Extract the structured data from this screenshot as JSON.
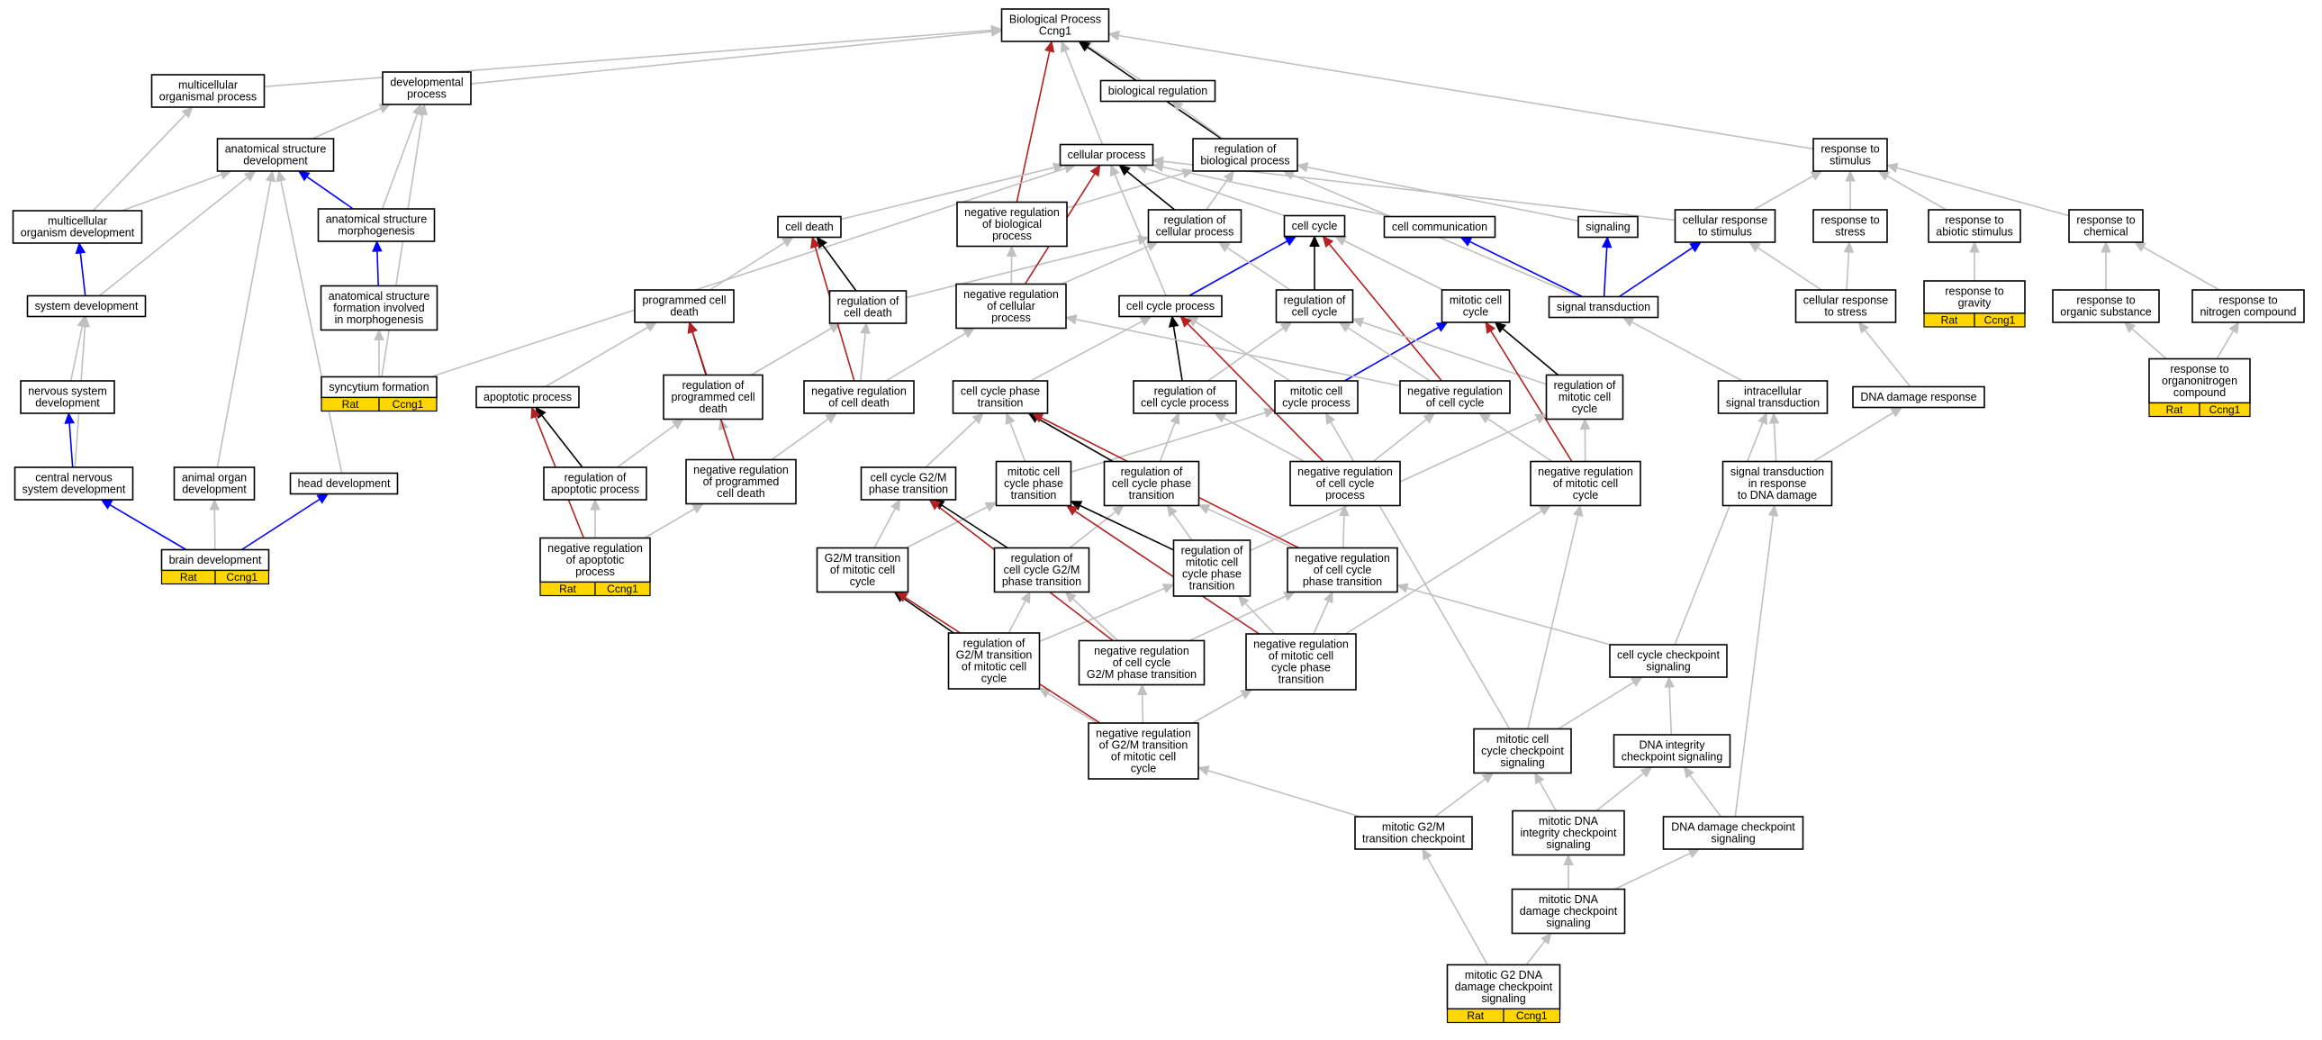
{
  "colors": {
    "is_a": "#c0c0c0",
    "part_of": "#000000",
    "positively_regulates": "#0000ff",
    "negatively_regulates": "#b22222",
    "annotation_tag": "#ffd700"
  },
  "nodes": [
    {
      "id": "bp",
      "lines": [
        "Biological Process",
        "Ccng1"
      ]
    },
    {
      "id": "mop",
      "lines": [
        "multicellular",
        "organismal process"
      ]
    },
    {
      "id": "devp",
      "lines": [
        "developmental",
        "process"
      ]
    },
    {
      "id": "breg",
      "lines": [
        "biological regulation"
      ]
    },
    {
      "id": "cellp",
      "lines": [
        "cellular process"
      ]
    },
    {
      "id": "regbp",
      "lines": [
        "regulation of",
        "biological process"
      ]
    },
    {
      "id": "resp",
      "lines": [
        "response to",
        "stimulus"
      ]
    },
    {
      "id": "asd",
      "lines": [
        "anatomical structure",
        "development"
      ]
    },
    {
      "id": "mod",
      "lines": [
        "multicellular",
        "organism development"
      ]
    },
    {
      "id": "asm",
      "lines": [
        "anatomical structure",
        "morphogenesis"
      ]
    },
    {
      "id": "nrbp",
      "lines": [
        "negative regulation",
        "of biological",
        "process"
      ]
    },
    {
      "id": "rcp",
      "lines": [
        "regulation of",
        "cellular process"
      ]
    },
    {
      "id": "celldeath",
      "lines": [
        "cell death"
      ]
    },
    {
      "id": "cellcycle",
      "lines": [
        "cell cycle"
      ]
    },
    {
      "id": "cellcomm",
      "lines": [
        "cell communication"
      ]
    },
    {
      "id": "signaling",
      "lines": [
        "signaling"
      ]
    },
    {
      "id": "crs",
      "lines": [
        "cellular response",
        "to stimulus"
      ]
    },
    {
      "id": "rstress",
      "lines": [
        "response to",
        "stress"
      ]
    },
    {
      "id": "ras",
      "lines": [
        "response to",
        "abiotic stimulus"
      ]
    },
    {
      "id": "rchem",
      "lines": [
        "response to",
        "chemical"
      ]
    },
    {
      "id": "sysdev",
      "lines": [
        "system development"
      ]
    },
    {
      "id": "asfm",
      "lines": [
        "anatomical structure",
        "formation involved",
        "in morphogenesis"
      ]
    },
    {
      "id": "pcd",
      "lines": [
        "programmed cell",
        "death"
      ]
    },
    {
      "id": "rcd",
      "lines": [
        "regulation of",
        "cell death"
      ]
    },
    {
      "id": "nrcp",
      "lines": [
        "negative regulation",
        "of cellular",
        "process"
      ]
    },
    {
      "id": "ccp",
      "lines": [
        "cell cycle process"
      ]
    },
    {
      "id": "rcc",
      "lines": [
        "regulation of",
        "cell cycle"
      ]
    },
    {
      "id": "mcc",
      "lines": [
        "mitotic cell",
        "cycle"
      ]
    },
    {
      "id": "sigtrans",
      "lines": [
        "signal transduction"
      ]
    },
    {
      "id": "crstress",
      "lines": [
        "cellular response",
        "to stress"
      ]
    },
    {
      "id": "rgrav",
      "lines": [
        "response to",
        "gravity"
      ],
      "tags": [
        "Rat",
        "Ccng1"
      ]
    },
    {
      "id": "ros",
      "lines": [
        "response to",
        "organic substance"
      ]
    },
    {
      "id": "rnc",
      "lines": [
        "response to",
        "nitrogen compound"
      ]
    },
    {
      "id": "nsd",
      "lines": [
        "nervous system",
        "development"
      ]
    },
    {
      "id": "syncf",
      "lines": [
        "syncytium formation"
      ],
      "tags": [
        "Rat",
        "Ccng1"
      ]
    },
    {
      "id": "apop",
      "lines": [
        "apoptotic process"
      ]
    },
    {
      "id": "rpcd",
      "lines": [
        "regulation of",
        "programmed cell",
        "death"
      ]
    },
    {
      "id": "nrcd",
      "lines": [
        "negative regulation",
        "of cell death"
      ]
    },
    {
      "id": "ccpt",
      "lines": [
        "cell cycle phase",
        "transition"
      ]
    },
    {
      "id": "rccp",
      "lines": [
        "regulation of",
        "cell cycle process"
      ]
    },
    {
      "id": "mccp",
      "lines": [
        "mitotic cell",
        "cycle process"
      ]
    },
    {
      "id": "nrcc",
      "lines": [
        "negative regulation",
        "of cell cycle"
      ]
    },
    {
      "id": "rmcc",
      "lines": [
        "regulation of",
        "mitotic cell",
        "cycle"
      ]
    },
    {
      "id": "ist",
      "lines": [
        "intracellular",
        "signal transduction"
      ]
    },
    {
      "id": "ddr",
      "lines": [
        "DNA damage response"
      ]
    },
    {
      "id": "rooc",
      "lines": [
        "response to",
        "organonitrogen",
        "compound"
      ],
      "tags": [
        "Rat",
        "Ccng1"
      ]
    },
    {
      "id": "cnsd",
      "lines": [
        "central nervous",
        "system development"
      ]
    },
    {
      "id": "aod",
      "lines": [
        "animal organ",
        "development"
      ]
    },
    {
      "id": "hd",
      "lines": [
        "head development"
      ]
    },
    {
      "id": "rap",
      "lines": [
        "regulation of",
        "apoptotic process"
      ]
    },
    {
      "id": "nrpcd",
      "lines": [
        "negative regulation",
        "of programmed",
        "cell death"
      ]
    },
    {
      "id": "ccg2m",
      "lines": [
        "cell cycle G2/M",
        "phase transition"
      ]
    },
    {
      "id": "mccpt",
      "lines": [
        "mitotic cell",
        "cycle phase",
        "transition"
      ]
    },
    {
      "id": "rccpt",
      "lines": [
        "regulation of",
        "cell cycle phase",
        "transition"
      ]
    },
    {
      "id": "nrccp",
      "lines": [
        "negative regulation",
        "of cell cycle",
        "process"
      ]
    },
    {
      "id": "nrmcc",
      "lines": [
        "negative regulation",
        "of mitotic cell",
        "cycle"
      ]
    },
    {
      "id": "stdd",
      "lines": [
        "signal transduction",
        "in response",
        "to DNA damage"
      ]
    },
    {
      "id": "bd",
      "lines": [
        "brain development"
      ],
      "tags": [
        "Rat",
        "Ccng1"
      ]
    },
    {
      "id": "nrap",
      "lines": [
        "negative regulation",
        "of apoptotic",
        "process"
      ],
      "tags": [
        "Rat",
        "Ccng1"
      ]
    },
    {
      "id": "g2mt",
      "lines": [
        "G2/M transition",
        "of mitotic cell",
        "cycle"
      ]
    },
    {
      "id": "rccg2m",
      "lines": [
        "regulation of",
        "cell cycle G2/M",
        "phase transition"
      ]
    },
    {
      "id": "rmccpt",
      "lines": [
        "regulation of",
        "mitotic cell",
        "cycle phase",
        "transition"
      ]
    },
    {
      "id": "nrccpt",
      "lines": [
        "negative regulation",
        "of cell cycle",
        "phase transition"
      ]
    },
    {
      "id": "rg2mt",
      "lines": [
        "regulation of",
        "G2/M transition",
        "of mitotic cell",
        "cycle"
      ]
    },
    {
      "id": "nrccg2m",
      "lines": [
        "negative regulation",
        "of cell cycle",
        "G2/M phase transition"
      ]
    },
    {
      "id": "nrmccpt",
      "lines": [
        "negative regulation",
        "of mitotic cell",
        "cycle phase",
        "transition"
      ]
    },
    {
      "id": "cccs",
      "lines": [
        "cell cycle checkpoint",
        "signaling"
      ]
    },
    {
      "id": "nrg2mt",
      "lines": [
        "negative regulation",
        "of G2/M transition",
        "of mitotic cell",
        "cycle"
      ]
    },
    {
      "id": "mcccs",
      "lines": [
        "mitotic cell",
        "cycle checkpoint",
        "signaling"
      ]
    },
    {
      "id": "dnaics",
      "lines": [
        "DNA integrity",
        "checkpoint signaling"
      ]
    },
    {
      "id": "mg2mtc",
      "lines": [
        "mitotic G2/M",
        "transition checkpoint"
      ]
    },
    {
      "id": "mdnaics",
      "lines": [
        "mitotic DNA",
        "integrity checkpoint",
        "signaling"
      ]
    },
    {
      "id": "ddcs",
      "lines": [
        "DNA damage checkpoint",
        "signaling"
      ]
    },
    {
      "id": "mdnadcs",
      "lines": [
        "mitotic DNA",
        "damage checkpoint",
        "signaling"
      ]
    },
    {
      "id": "mg2dnadcs",
      "lines": [
        "mitotic G2 DNA",
        "damage checkpoint",
        "signaling"
      ],
      "tags": [
        "Rat",
        "Ccng1"
      ]
    }
  ],
  "edges": [
    [
      "mop",
      "bp",
      "is_a"
    ],
    [
      "devp",
      "bp",
      "is_a"
    ],
    [
      "breg",
      "bp",
      "is_a"
    ],
    [
      "cellp",
      "bp",
      "is_a"
    ],
    [
      "regbp",
      "bp",
      "part_of"
    ],
    [
      "resp",
      "bp",
      "is_a"
    ],
    [
      "nrbp",
      "bp",
      "negatively_regulates"
    ],
    [
      "regbp",
      "breg",
      "is_a"
    ],
    [
      "asd",
      "devp",
      "is_a"
    ],
    [
      "mod",
      "mop",
      "is_a"
    ],
    [
      "mod",
      "asd",
      "is_a"
    ],
    [
      "asm",
      "devp",
      "is_a"
    ],
    [
      "asm",
      "asd",
      "positively_regulates"
    ],
    [
      "asfm",
      "asm",
      "positively_regulates"
    ],
    [
      "sysdev",
      "mod",
      "positively_regulates"
    ],
    [
      "sysdev",
      "asd",
      "is_a"
    ],
    [
      "nsd",
      "sysdev",
      "is_a"
    ],
    [
      "cnsd",
      "nsd",
      "positively_regulates"
    ],
    [
      "cnsd",
      "sysdev",
      "is_a"
    ],
    [
      "aod",
      "asd",
      "is_a"
    ],
    [
      "hd",
      "asd",
      "is_a"
    ],
    [
      "bd",
      "cnsd",
      "positively_regulates"
    ],
    [
      "bd",
      "aod",
      "is_a"
    ],
    [
      "bd",
      "hd",
      "positively_regulates"
    ],
    [
      "syncf",
      "cellp",
      "is_a"
    ],
    [
      "syncf",
      "asfm",
      "is_a"
    ],
    [
      "syncf",
      "devp",
      "is_a"
    ],
    [
      "nrbp",
      "regbp",
      "is_a"
    ],
    [
      "rcp",
      "cellp",
      "part_of"
    ],
    [
      "rcp",
      "regbp",
      "is_a"
    ],
    [
      "celldeath",
      "cellp",
      "is_a"
    ],
    [
      "cellcycle",
      "cellp",
      "is_a"
    ],
    [
      "cellcomm",
      "cellp",
      "is_a"
    ],
    [
      "crs",
      "cellp",
      "is_a"
    ],
    [
      "crs",
      "resp",
      "is_a"
    ],
    [
      "rstress",
      "resp",
      "is_a"
    ],
    [
      "ras",
      "resp",
      "is_a"
    ],
    [
      "rchem",
      "resp",
      "is_a"
    ],
    [
      "pcd",
      "celldeath",
      "is_a"
    ],
    [
      "rcd",
      "celldeath",
      "part_of"
    ],
    [
      "rcd",
      "rcp",
      "is_a"
    ],
    [
      "nrcp",
      "nrbp",
      "is_a"
    ],
    [
      "nrcp",
      "rcp",
      "is_a"
    ],
    [
      "nrcp",
      "cellp",
      "negatively_regulates"
    ],
    [
      "ccp",
      "cellcycle",
      "positively_regulates"
    ],
    [
      "ccp",
      "cellp",
      "is_a"
    ],
    [
      "rcc",
      "cellcycle",
      "part_of"
    ],
    [
      "rcc",
      "rcp",
      "is_a"
    ],
    [
      "mcc",
      "cellcycle",
      "is_a"
    ],
    [
      "sigtrans",
      "cellcomm",
      "positively_regulates"
    ],
    [
      "sigtrans",
      "signaling",
      "positively_regulates"
    ],
    [
      "sigtrans",
      "crs",
      "positively_regulates"
    ],
    [
      "sigtrans",
      "regbp",
      "is_a"
    ],
    [
      "signaling",
      "regbp",
      "is_a"
    ],
    [
      "crstress",
      "rstress",
      "is_a"
    ],
    [
      "crstress",
      "crs",
      "is_a"
    ],
    [
      "rgrav",
      "ras",
      "is_a"
    ],
    [
      "ros",
      "rchem",
      "is_a"
    ],
    [
      "rnc",
      "rchem",
      "is_a"
    ],
    [
      "apop",
      "pcd",
      "is_a"
    ],
    [
      "rpcd",
      "pcd",
      "part_of"
    ],
    [
      "rpcd",
      "rcd",
      "is_a"
    ],
    [
      "nrcd",
      "rcd",
      "is_a"
    ],
    [
      "nrcd",
      "nrcp",
      "is_a"
    ],
    [
      "nrcd",
      "celldeath",
      "negatively_regulates"
    ],
    [
      "ccpt",
      "ccp",
      "is_a"
    ],
    [
      "rccp",
      "ccp",
      "part_of"
    ],
    [
      "rccp",
      "rcc",
      "is_a"
    ],
    [
      "mccp",
      "mcc",
      "positively_regulates"
    ],
    [
      "mccp",
      "ccp",
      "is_a"
    ],
    [
      "nrcc",
      "rcc",
      "is_a"
    ],
    [
      "nrcc",
      "nrcp",
      "is_a"
    ],
    [
      "nrcc",
      "cellcycle",
      "negatively_regulates"
    ],
    [
      "rmcc",
      "mcc",
      "part_of"
    ],
    [
      "rmcc",
      "rcc",
      "is_a"
    ],
    [
      "ist",
      "sigtrans",
      "is_a"
    ],
    [
      "ddr",
      "crstress",
      "is_a"
    ],
    [
      "rooc",
      "ros",
      "is_a"
    ],
    [
      "rooc",
      "rnc",
      "is_a"
    ],
    [
      "rap",
      "apop",
      "part_of"
    ],
    [
      "rap",
      "rpcd",
      "is_a"
    ],
    [
      "nrpcd",
      "rpcd",
      "is_a"
    ],
    [
      "nrpcd",
      "nrcd",
      "is_a"
    ],
    [
      "nrpcd",
      "pcd",
      "negatively_regulates"
    ],
    [
      "nrap",
      "rap",
      "is_a"
    ],
    [
      "nrap",
      "nrpcd",
      "is_a"
    ],
    [
      "nrap",
      "apop",
      "negatively_regulates"
    ],
    [
      "ccg2m",
      "ccpt",
      "is_a"
    ],
    [
      "mccpt",
      "ccpt",
      "is_a"
    ],
    [
      "mccpt",
      "mccp",
      "is_a"
    ],
    [
      "rccpt",
      "ccpt",
      "part_of"
    ],
    [
      "rccpt",
      "rccp",
      "is_a"
    ],
    [
      "nrccp",
      "rccp",
      "is_a"
    ],
    [
      "nrccp",
      "nrcc",
      "is_a"
    ],
    [
      "nrccp",
      "ccp",
      "negatively_regulates"
    ],
    [
      "nrmcc",
      "rmcc",
      "is_a"
    ],
    [
      "nrmcc",
      "nrcc",
      "is_a"
    ],
    [
      "nrmcc",
      "mcc",
      "negatively_regulates"
    ],
    [
      "stdd",
      "ist",
      "is_a"
    ],
    [
      "stdd",
      "ddr",
      "is_a"
    ],
    [
      "g2mt",
      "ccg2m",
      "is_a"
    ],
    [
      "g2mt",
      "mccpt",
      "is_a"
    ],
    [
      "rccg2m",
      "ccg2m",
      "part_of"
    ],
    [
      "rccg2m",
      "rccpt",
      "is_a"
    ],
    [
      "rmccpt",
      "mccpt",
      "part_of"
    ],
    [
      "rmccpt",
      "rccpt",
      "is_a"
    ],
    [
      "rmccpt",
      "rmcc",
      "is_a"
    ],
    [
      "nrccpt",
      "rccpt",
      "is_a"
    ],
    [
      "nrccpt",
      "nrccp",
      "is_a"
    ],
    [
      "nrccpt",
      "ccpt",
      "negatively_regulates"
    ],
    [
      "rg2mt",
      "g2mt",
      "part_of"
    ],
    [
      "rg2mt",
      "rccg2m",
      "is_a"
    ],
    [
      "rg2mt",
      "rmccpt",
      "is_a"
    ],
    [
      "nrccg2m",
      "rccg2m",
      "is_a"
    ],
    [
      "nrccg2m",
      "nrccpt",
      "is_a"
    ],
    [
      "nrccg2m",
      "ccg2m",
      "negatively_regulates"
    ],
    [
      "nrmccpt",
      "rmccpt",
      "is_a"
    ],
    [
      "nrmccpt",
      "nrccpt",
      "is_a"
    ],
    [
      "nrmccpt",
      "nrmcc",
      "is_a"
    ],
    [
      "nrmccpt",
      "mccpt",
      "negatively_regulates"
    ],
    [
      "cccs",
      "nrccpt",
      "is_a"
    ],
    [
      "cccs",
      "ist",
      "is_a"
    ],
    [
      "nrg2mt",
      "rg2mt",
      "is_a"
    ],
    [
      "nrg2mt",
      "nrccg2m",
      "is_a"
    ],
    [
      "nrg2mt",
      "nrmccpt",
      "is_a"
    ],
    [
      "nrg2mt",
      "g2mt",
      "negatively_regulates"
    ],
    [
      "mcccs",
      "cccs",
      "is_a"
    ],
    [
      "mcccs",
      "nrmcc",
      "is_a"
    ],
    [
      "mcccs",
      "mccp",
      "is_a"
    ],
    [
      "dnaics",
      "cccs",
      "is_a"
    ],
    [
      "mg2mtc",
      "nrg2mt",
      "is_a"
    ],
    [
      "mg2mtc",
      "mcccs",
      "is_a"
    ],
    [
      "mdnaics",
      "mcccs",
      "is_a"
    ],
    [
      "mdnaics",
      "dnaics",
      "is_a"
    ],
    [
      "ddcs",
      "dnaics",
      "is_a"
    ],
    [
      "ddcs",
      "stdd",
      "is_a"
    ],
    [
      "mdnadcs",
      "mdnaics",
      "is_a"
    ],
    [
      "mdnadcs",
      "ddcs",
      "is_a"
    ],
    [
      "mg2dnadcs",
      "mg2mtc",
      "is_a"
    ],
    [
      "mg2dnadcs",
      "mdnadcs",
      "is_a"
    ]
  ]
}
